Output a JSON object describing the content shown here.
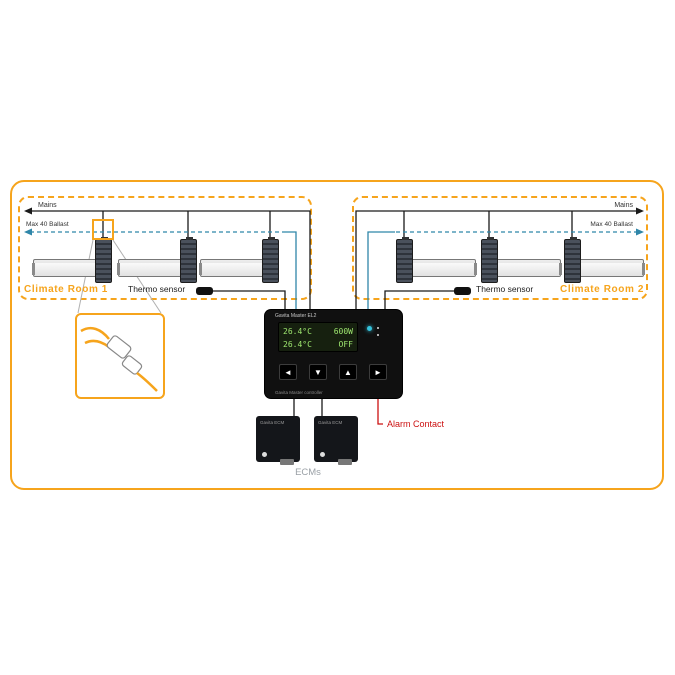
{
  "room1": {
    "label": "Climate Room 1",
    "mains_label": "Mains",
    "ballast_label": "Max 40 Ballast"
  },
  "room2": {
    "label": "Climate Room 2",
    "mains_label": "Mains",
    "ballast_label": "Max 40 Ballast"
  },
  "thermo": {
    "left_label": "Thermo sensor",
    "right_label": "Thermo sensor"
  },
  "controller": {
    "brand": "Gavita Master EL2",
    "screen": {
      "row1_temp": "26.4°C",
      "row1_value": "600W",
      "row2_temp": "26.4°C",
      "row2_value": "OFF"
    },
    "buttons": [
      "◄",
      "▼",
      "▲",
      "►"
    ],
    "footer": "Gavita Master controller"
  },
  "alarm": {
    "label": "Alarm Contact"
  },
  "ecm": {
    "group_label": "ECMs",
    "unit_label": "Gavita ECM"
  },
  "colors": {
    "accent_orange": "#F6A41C",
    "wire_teal": "#2F86A9",
    "wire_black": "#1A1A1A",
    "screen_green": "#9FE870",
    "alarm_red": "#CC1111"
  }
}
